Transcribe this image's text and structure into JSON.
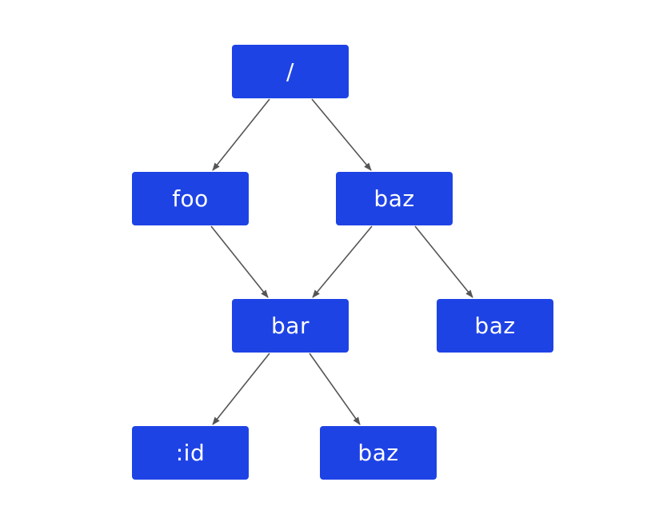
{
  "colors": {
    "node_fill": "#1e43e5",
    "node_text": "#ffffff",
    "edge": "#555555"
  },
  "nodes": {
    "root": "/",
    "foo": "foo",
    "baz1": "baz",
    "bar": "bar",
    "baz2": "baz",
    "id": ":id",
    "baz3": "baz"
  },
  "edges": [
    [
      "root",
      "foo"
    ],
    [
      "root",
      "baz1"
    ],
    [
      "foo",
      "bar"
    ],
    [
      "baz1",
      "bar"
    ],
    [
      "baz1",
      "baz2"
    ],
    [
      "bar",
      "id"
    ],
    [
      "bar",
      "baz3"
    ]
  ]
}
